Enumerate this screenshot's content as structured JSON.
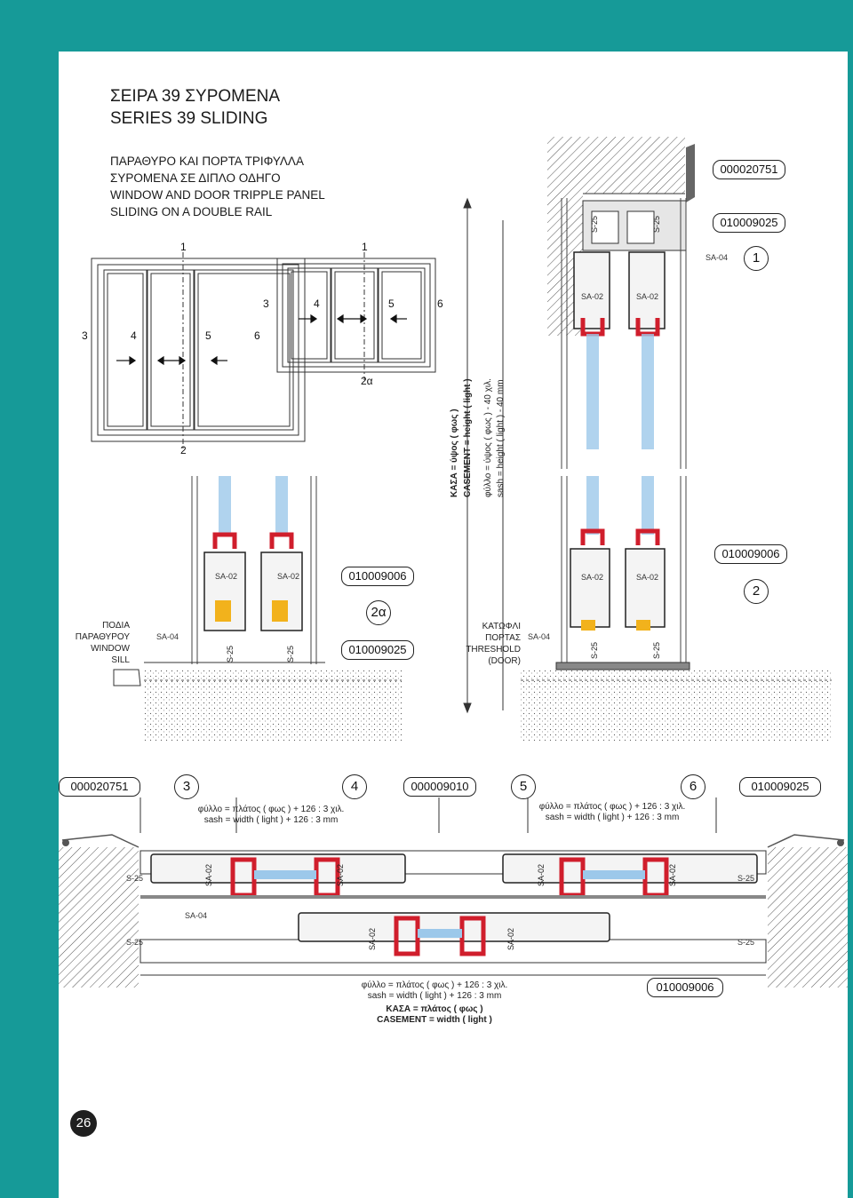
{
  "header": {
    "title_gr": "ΣΕΙΡΑ 39 ΣΥΡΟΜΕΝΑ",
    "title_en": "SERIES 39 SLIDING",
    "desc_gr_1": "ΠΑΡΑΘΥΡΟ ΚΑΙ ΠΟΡΤΑ ΤΡΙΦΥΛΛΑ",
    "desc_gr_2": "ΣΥΡΟΜΕΝΑ ΣΕ ΔΙΠΛΟ ΟΔΗΓΟ",
    "desc_en_1": "WINDOW AND DOOR TRIPPLE PANEL",
    "desc_en_2": "SLIDING ON A DOUBLE RAIL"
  },
  "elevation": {
    "left_cut": "1",
    "right_cut": "1",
    "bottom_cut_left": "2",
    "bottom_cut_right": "2α",
    "left_sections": [
      "3",
      "4",
      "5",
      "6"
    ],
    "right_sections": [
      "3",
      "4",
      "5",
      "6"
    ]
  },
  "height_note": {
    "casement_gr": "ΚΑΣΑ = ύψος ( φως )",
    "casement_en": "CASEMENT = height ( light )",
    "sash_gr": "φύλλο = ύψος ( φως ) - 40 χιλ.",
    "sash_en": "sash = height ( light ) - 40 mm"
  },
  "codes": {
    "c000020751": "000020751",
    "c010009025": "010009025",
    "c010009006": "010009006",
    "c000009010": "000009010"
  },
  "profiles": {
    "sa02": "SA-02",
    "sa04": "SA-04",
    "s25": "S-25"
  },
  "markers": {
    "m1": "1",
    "m2": "2",
    "m2a": "2α",
    "m3": "3",
    "m4": "4",
    "m5": "5",
    "m6": "6"
  },
  "sill": {
    "window_l1": "ΠΟΔΙΑ",
    "window_l2": "ΠΑΡΑΘΥΡΟΥ",
    "window_l3": "WINDOW",
    "window_l4": "SILL",
    "door_l1": "ΚΑΤΩΦΛΙ",
    "door_l2": "ΠΟΡΤΑΣ",
    "door_l3": "THRESHOLD",
    "door_l4": "(DOOR)"
  },
  "width_notes": {
    "sash_gr": "φύλλο = πλάτος ( φως ) + 126 : 3 χιλ.",
    "sash_en": "sash = width ( light ) + 126 : 3 mm",
    "casement_gr": "ΚΑΣΑ = πλάτος ( φως )",
    "casement_en": "CASEMENT = width ( light )"
  },
  "page_number": "26",
  "colors": {
    "teal": "#169a98",
    "gasket_red": "#d01e2c",
    "glass_blue": "#9cc8ea",
    "hardware_yellow": "#f2b21c",
    "hardware_gray": "#9a9a9a"
  }
}
